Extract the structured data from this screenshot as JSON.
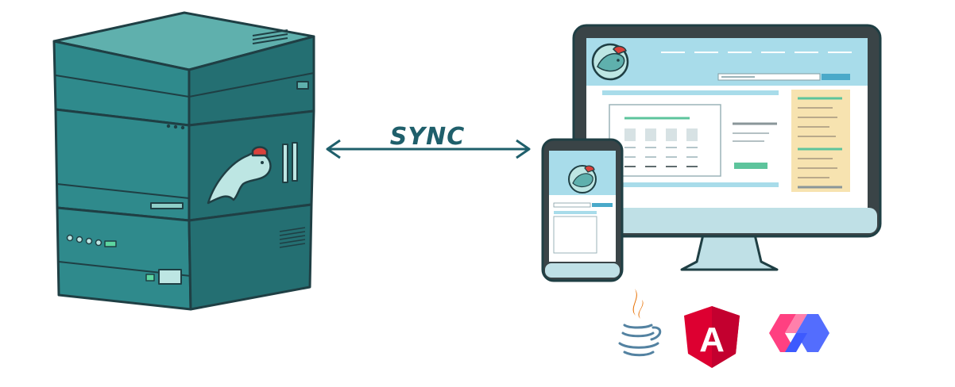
{
  "sync_label": "SYNC",
  "colors": {
    "outline": "#1f3f44",
    "server_top": "#5fb0ad",
    "server_front": "#2f8a8c",
    "server_dark": "#246f72",
    "arrow": "#1f5f6b",
    "screen_header": "#a8dcea",
    "screen_sidebar": "#f7e3b0",
    "monitor_frame": "#3a4447",
    "monitor_bezel": "#cfe5ea",
    "led_green": "#5dd6a0",
    "led_yellow": "#f2d04a",
    "accent_button": "#4aa9c9",
    "java_red": "#e76f00",
    "java_blue": "#5382a1",
    "angular_red": "#dd0031",
    "angular_dark": "#c3002f",
    "polymer_red": "#ff4081",
    "polymer_blue": "#536dfe"
  },
  "logos": [
    "java-logo",
    "angular-logo",
    "polymer-logo"
  ],
  "angular_letter": "A"
}
